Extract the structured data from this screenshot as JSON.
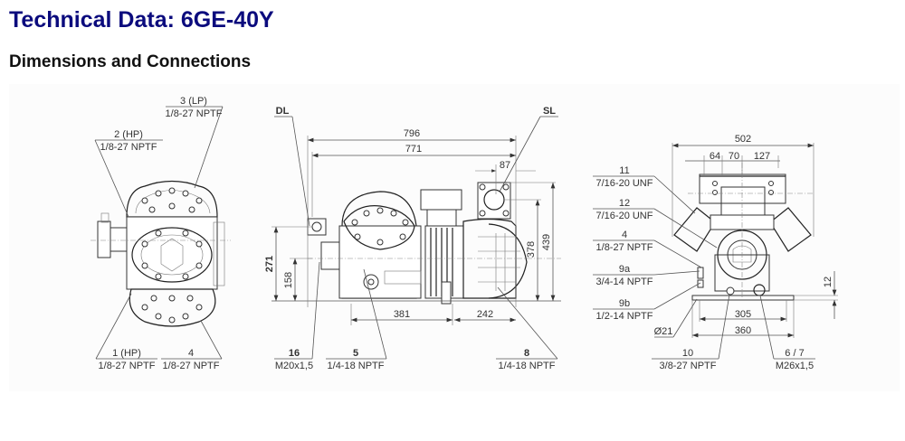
{
  "header": {
    "title": "Technical Data: 6GE-40Y",
    "subtitle": "Dimensions and Connections"
  },
  "colors": {
    "title": "#0b0b7d",
    "panel_background": "#fcfcfc",
    "line": "#333333"
  },
  "views": {
    "front": {
      "callouts": [
        {
          "id": "3 (LP)",
          "spec": "1/8-27 NPTF"
        },
        {
          "id": "2 (HP)",
          "spec": "1/8-27 NPTF"
        },
        {
          "id": "1 (HP)",
          "spec": "1/8-27 NPTF"
        },
        {
          "id": "4",
          "spec": "1/8-27 NPTF"
        }
      ]
    },
    "side": {
      "labels": {
        "dl": "DL",
        "sl": "SL"
      },
      "dimensions": {
        "overall_length": "796",
        "length": "771",
        "sl_offset": "87",
        "height_total": "439",
        "height_sl": "378",
        "height_dl": "271",
        "height_shaft": "158",
        "foot_1": "381",
        "foot_2": "242"
      },
      "callouts": [
        {
          "id": "16",
          "spec": "M20x1,5"
        },
        {
          "id": "5",
          "spec": "1/4-18 NPTF"
        },
        {
          "id": "8",
          "spec": "1/4-18 NPTF"
        }
      ]
    },
    "end": {
      "dimensions": {
        "width_total": "502",
        "offset_a": "64",
        "offset_b": "70",
        "offset_c": "127",
        "foot_thickness": "12",
        "hole_spacing": "305",
        "foot_width": "360",
        "hole_diameter": "Ø21"
      },
      "callouts": [
        {
          "id": "11",
          "spec": "7/16-20 UNF"
        },
        {
          "id": "12",
          "spec": "7/16-20 UNF"
        },
        {
          "id": "4",
          "spec": "1/8-27 NPTF"
        },
        {
          "id": "9a",
          "spec": "3/4-14 NPTF"
        },
        {
          "id": "9b",
          "spec": "1/2-14 NPTF"
        },
        {
          "id": "10",
          "spec": "3/8-27 NPTF"
        },
        {
          "id": "6 / 7",
          "spec": "M26x1,5"
        }
      ]
    }
  }
}
